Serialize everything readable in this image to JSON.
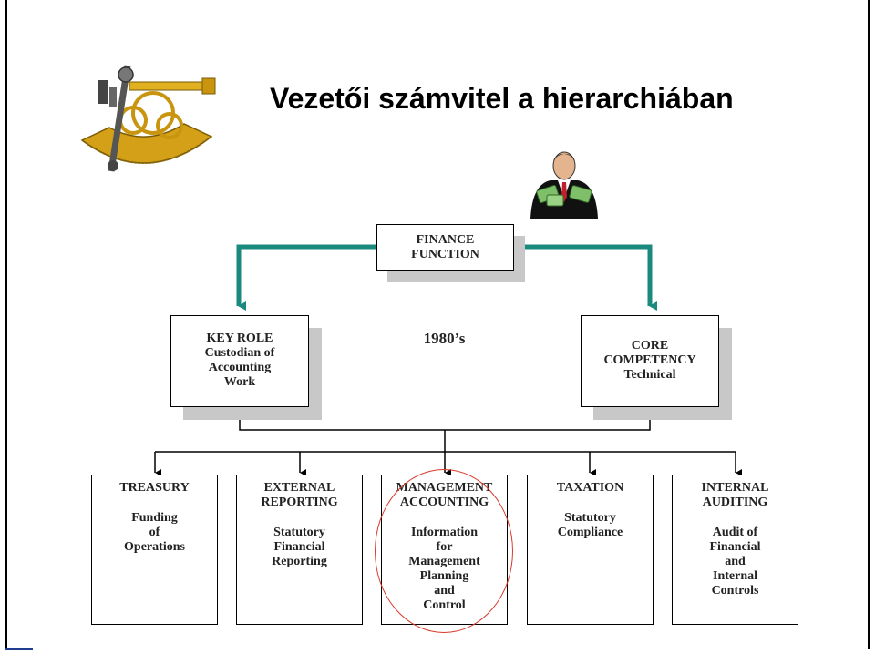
{
  "title": "Vezetői számvitel a hierarchiában",
  "finance_function": "FINANCE\nFUNCTION",
  "era_label": "1980’s",
  "key_role": "KEY ROLE\nCustodian of\nAccounting\nWork",
  "core_competency": "CORE\nCOMPETENCY\nTechnical",
  "functions": [
    {
      "heading": "TREASURY",
      "body": "Funding\nof\nOperations"
    },
    {
      "heading": "EXTERNAL\nREPORTING",
      "body": "Statutory\nFinancial\nReporting"
    },
    {
      "heading": "MANAGEMENT\nACCOUNTING",
      "body": "Information\nfor\nManagement\nPlanning\nand\nControl"
    },
    {
      "heading": "TAXATION",
      "body": "Statutory\nCompliance"
    },
    {
      "heading": "INTERNAL\nAUDITING",
      "body": "Audit of\nFinancial\nand\nInternal\nControls"
    }
  ],
  "colors": {
    "teal_connector": "#1a8a7e",
    "highlight": "#d93a2b",
    "sextant_gold": "#d4a017",
    "box_shadow": "#c8c8c8"
  },
  "icons": {
    "logo": "sextant-icon",
    "person": "businessman-with-money-icon"
  }
}
